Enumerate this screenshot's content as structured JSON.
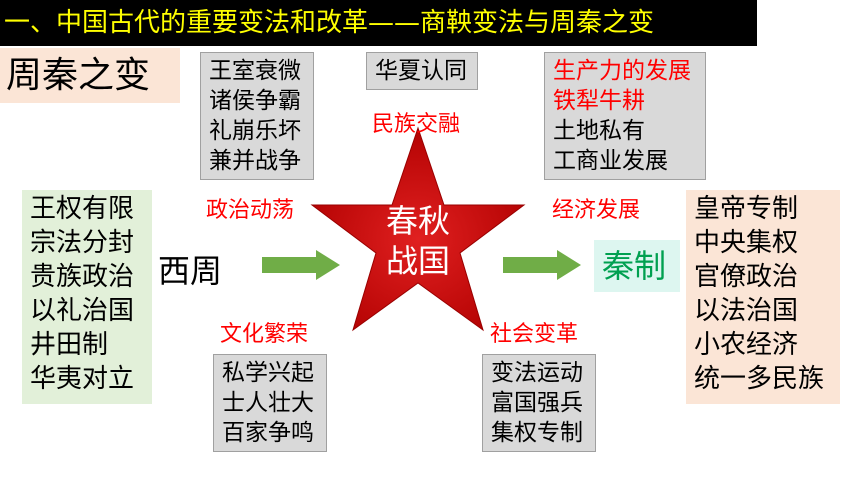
{
  "header": {
    "title": "一、中国古代的重要变法和改革——商鞅变法与周秦之变"
  },
  "topic": {
    "title": "周秦之变"
  },
  "left_box": {
    "lines": [
      "王权有限",
      "宗法分封",
      "贵族政治",
      "以礼治国",
      "井田制",
      "华夷对立"
    ]
  },
  "xizhou": "西周",
  "star": {
    "line1": "春秋",
    "line2": "战国"
  },
  "qinzhi": "秦制",
  "right_box": {
    "lines": [
      "皇帝专制",
      "中央集权",
      "官僚政治",
      "以法治国",
      "小农经济",
      "统一多民族"
    ]
  },
  "labels": {
    "politics": "政治动荡",
    "nation": "民族交融",
    "economy": "经济发展",
    "culture": "文化繁荣",
    "society": "社会变革"
  },
  "politics_box": {
    "lines": [
      "王室衰微",
      "诸侯争霸",
      "礼崩乐坏",
      "兼并战争"
    ]
  },
  "nation_box": {
    "lines": [
      "华夏认同"
    ]
  },
  "economy_box": {
    "red_lines": [
      "生产力的发展",
      "铁犁牛耕"
    ],
    "lines": [
      "土地私有",
      "工商业发展"
    ]
  },
  "culture_box": {
    "lines": [
      "私学兴起",
      "士人壮大",
      "百家争鸣"
    ]
  },
  "society_box": {
    "lines": [
      "变法运动",
      "富国强兵",
      "集权专制"
    ]
  },
  "colors": {
    "title_bg": "#000000",
    "title_text": "#ffff00",
    "label_red": "#ff0000",
    "star_red": "#d91a1a",
    "arrow_green": "#70ad47",
    "qinzhi_green": "#00a050"
  }
}
